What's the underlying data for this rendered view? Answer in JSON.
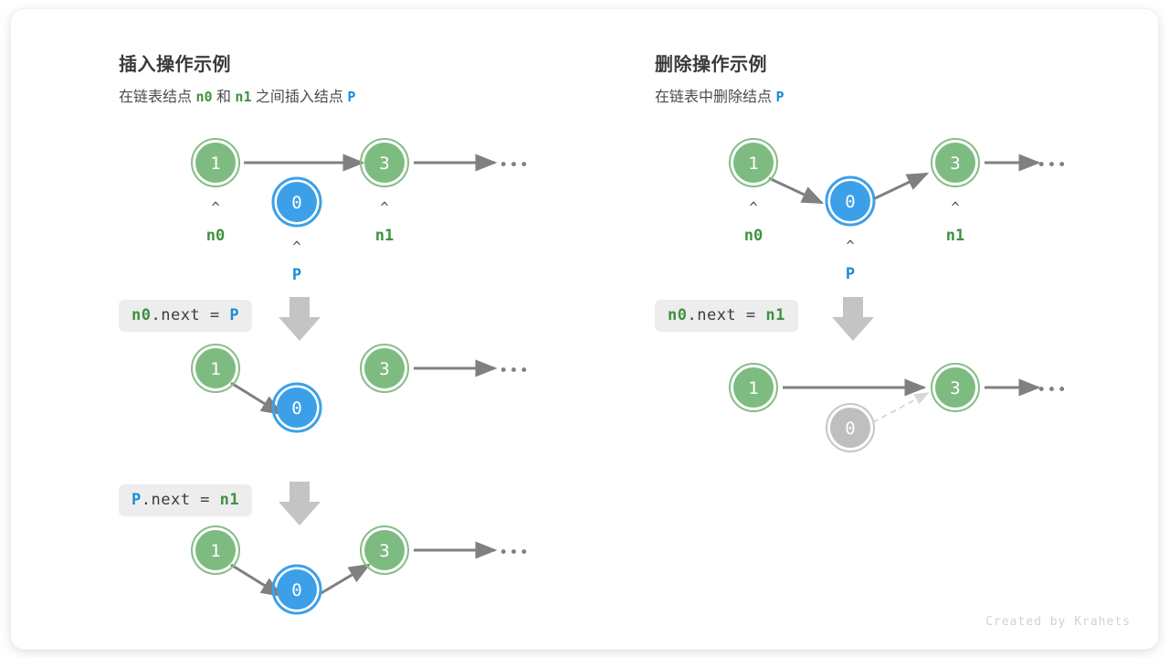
{
  "meta": {
    "credit": "Created by Krahets",
    "colors": {
      "node_green_fill": "#7ebb80",
      "node_green_ring": "#74ad77",
      "node_blue_fill": "#3ca0e8",
      "node_blue_ring": "#3ca0e8",
      "node_gray_fill": "#bfbfbf",
      "node_gray_ring": "#bfbfbf",
      "arrow_gray": "#808080",
      "arrow_dashed": "#d8d8d8",
      "code_bg": "#ededed",
      "label_green": "#3f9142",
      "label_blue": "#1a8cd8",
      "step_arrow": "#c4c4c4"
    }
  },
  "panels": [
    {
      "id": "insert",
      "title": "插入操作示例",
      "subtitle": {
        "prefix": "在链表结点 ",
        "var1": "n0",
        "mid": " 和 ",
        "var2": "n1",
        "mid2": " 之间插入结点 ",
        "var3": "P"
      },
      "steps": [
        {
          "id": "insert-step-1",
          "code": [
            {
              "text": "n0",
              "color": "green"
            },
            {
              "text": ".next = ",
              "color": "plain"
            },
            {
              "text": "P",
              "color": "blue"
            }
          ]
        },
        {
          "id": "insert-step-2",
          "code": [
            {
              "text": "P",
              "color": "blue"
            },
            {
              "text": ".next = ",
              "color": "plain"
            },
            {
              "text": "n1",
              "color": "green"
            }
          ]
        }
      ],
      "rows": [
        {
          "id": "insert-row-1",
          "nodes": [
            {
              "value": "1",
              "kind": "green",
              "label": "n0",
              "label_color": "green"
            },
            {
              "value": "0",
              "kind": "blue",
              "label": "P",
              "label_color": "blue"
            },
            {
              "value": "3",
              "kind": "green",
              "label": "n1",
              "label_color": "green"
            }
          ],
          "ellipsis": "•••"
        },
        {
          "id": "insert-row-2",
          "nodes": [
            {
              "value": "1",
              "kind": "green"
            },
            {
              "value": "0",
              "kind": "blue"
            },
            {
              "value": "3",
              "kind": "green"
            }
          ],
          "ellipsis": "•••"
        },
        {
          "id": "insert-row-3",
          "nodes": [
            {
              "value": "1",
              "kind": "green"
            },
            {
              "value": "0",
              "kind": "blue"
            },
            {
              "value": "3",
              "kind": "green"
            }
          ],
          "ellipsis": "•••"
        }
      ]
    },
    {
      "id": "delete",
      "title": "删除操作示例",
      "subtitle": {
        "prefix": "在链表中删除结点 ",
        "var1": "P"
      },
      "steps": [
        {
          "id": "delete-step-1",
          "code": [
            {
              "text": "n0",
              "color": "green"
            },
            {
              "text": ".next = ",
              "color": "plain"
            },
            {
              "text": "n1",
              "color": "green"
            }
          ]
        }
      ],
      "rows": [
        {
          "id": "delete-row-1",
          "nodes": [
            {
              "value": "1",
              "kind": "green",
              "label": "n0",
              "label_color": "green"
            },
            {
              "value": "0",
              "kind": "blue",
              "label": "P",
              "label_color": "blue"
            },
            {
              "value": "3",
              "kind": "green",
              "label": "n1",
              "label_color": "green"
            }
          ],
          "ellipsis": "•••"
        },
        {
          "id": "delete-row-2",
          "nodes": [
            {
              "value": "1",
              "kind": "green"
            },
            {
              "value": "0",
              "kind": "gray"
            },
            {
              "value": "3",
              "kind": "green"
            }
          ],
          "ellipsis": "•••"
        }
      ]
    }
  ]
}
